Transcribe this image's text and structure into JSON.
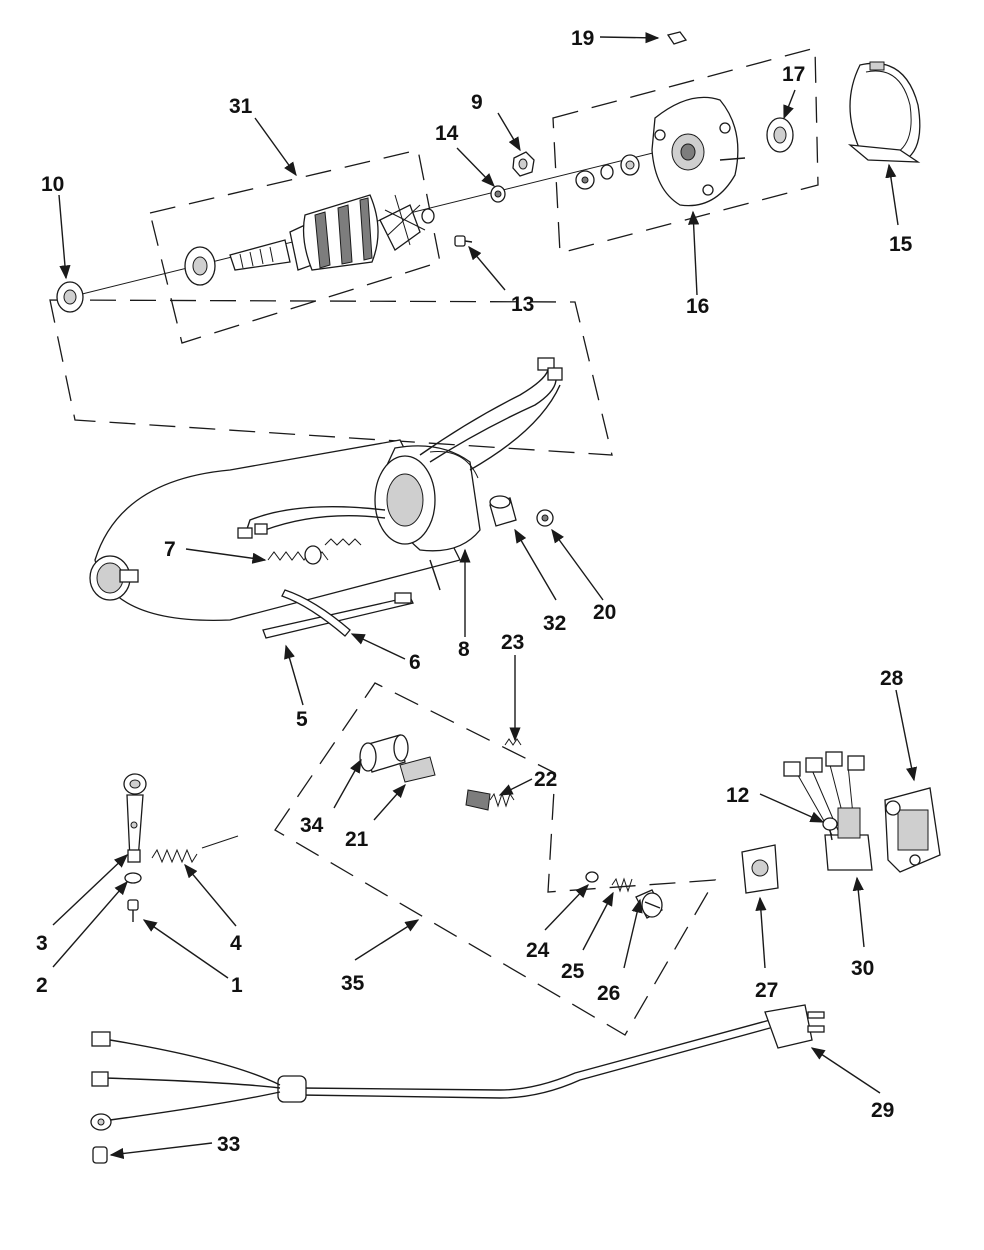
{
  "diagram": {
    "labels": {
      "p1": "1",
      "p2": "2",
      "p3": "3",
      "p4": "4",
      "p5": "5",
      "p6": "6",
      "p7": "7",
      "p8": "8",
      "p9": "9",
      "p10": "10",
      "p12": "12",
      "p13": "13",
      "p14": "14",
      "p15": "15",
      "p16": "16",
      "p17": "17",
      "p19": "19",
      "p20": "20",
      "p21": "21",
      "p22": "22",
      "p23": "23",
      "p24": "24",
      "p25": "25",
      "p26": "26",
      "p27": "27",
      "p28": "28",
      "p29": "29",
      "p30": "30",
      "p31": "31",
      "p32": "32",
      "p33": "33",
      "p34": "34",
      "p35": "35"
    }
  }
}
